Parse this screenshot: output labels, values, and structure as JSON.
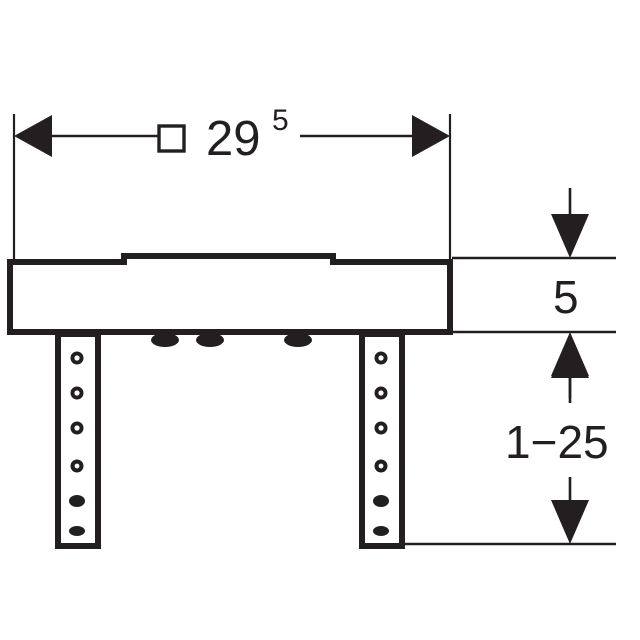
{
  "drawing": {
    "title": "Technical dimension drawing - mounting plate with adjustable legs",
    "stroke_color": "#231f20",
    "background_color": "#ffffff",
    "fill_color": "#ffffff",
    "dimensions": {
      "width": {
        "label": "29",
        "superscript": "5",
        "prefix_symbol": "square-symbol",
        "full_text": "□ 29⁵",
        "orientation": "horizontal",
        "arrow_style": "inward-pointing",
        "position": "top"
      },
      "plate_thickness": {
        "label": "5",
        "full_text": "5",
        "orientation": "vertical",
        "arrow_style": "inward-pointing",
        "position": "right-upper"
      },
      "leg_adjustment": {
        "label": "1−25",
        "full_text": "1−25",
        "orientation": "vertical",
        "arrow_style": "outward-pointing",
        "position": "right-lower"
      }
    },
    "components": {
      "plate": {
        "name": "main-plate-body",
        "has_raised_step": true,
        "step_position": "top-center"
      },
      "left_leg": {
        "name": "left-mounting-leg",
        "hole_count": 6,
        "round_holes": 4,
        "slot_holes": 2
      },
      "right_leg": {
        "name": "right-mounting-leg",
        "hole_count": 6,
        "round_holes": 4,
        "slot_holes": 2
      },
      "bottom_tabs": {
        "name": "bottom-edge-tabs",
        "count": 3
      }
    }
  }
}
